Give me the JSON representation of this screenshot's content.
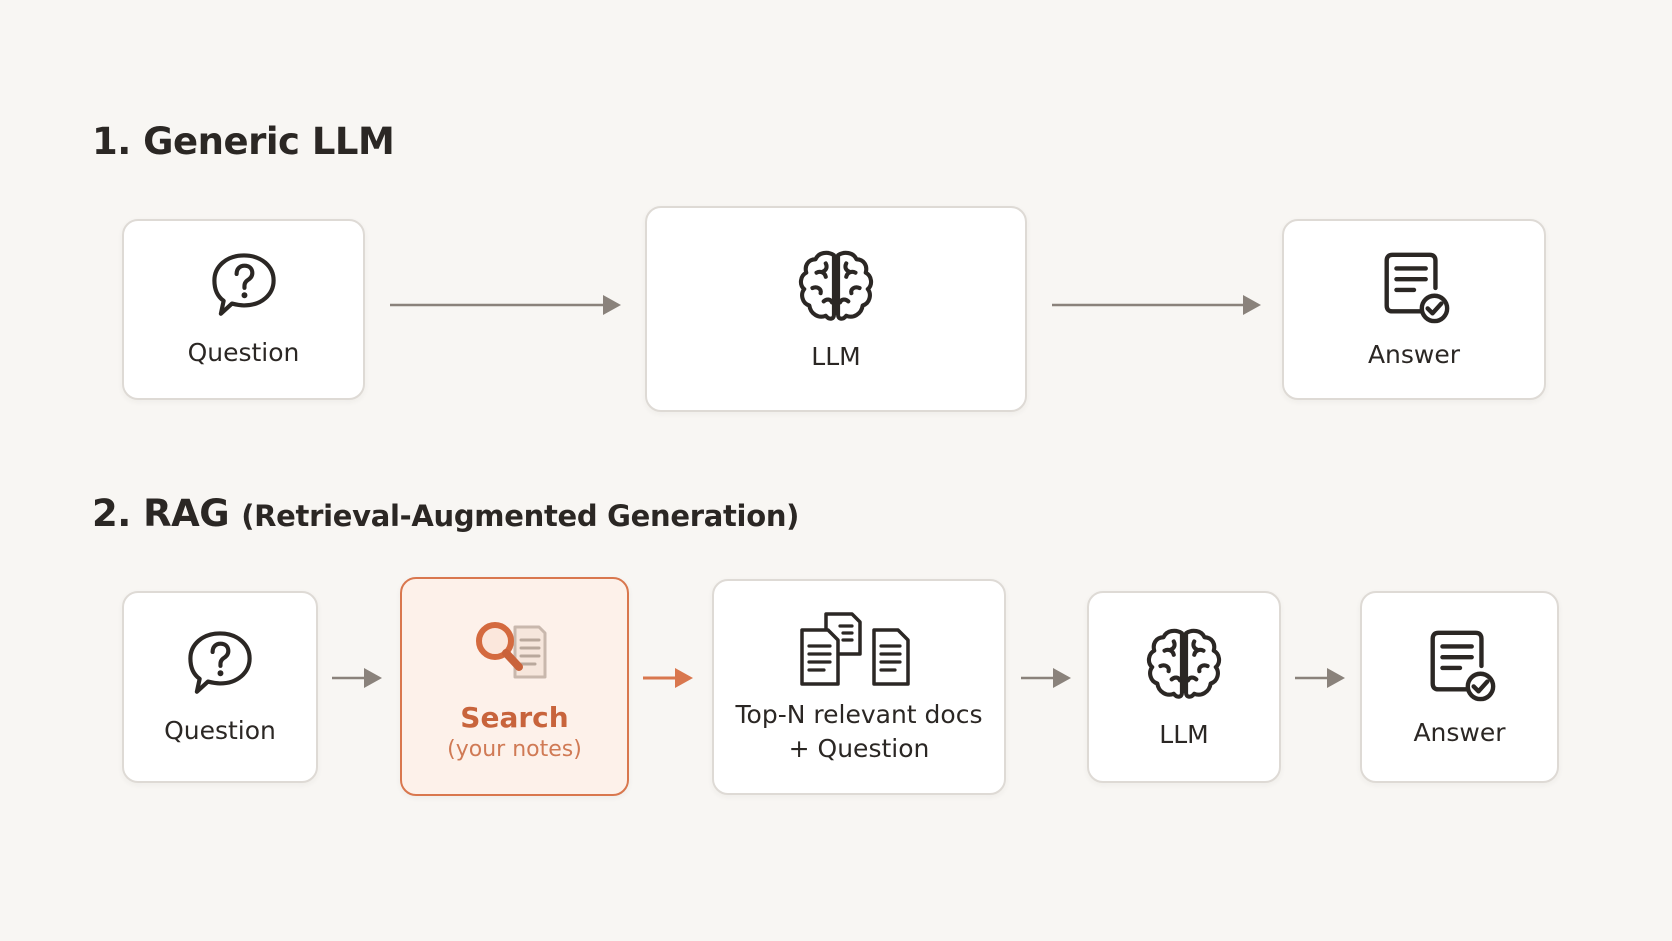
{
  "sections": {
    "generic": {
      "title": "1. Generic LLM",
      "nodes": {
        "question": {
          "label": "Question",
          "icon": "question-bubble-icon"
        },
        "llm": {
          "label": "LLM",
          "icon": "brain-icon"
        },
        "answer": {
          "label": "Answer",
          "icon": "document-check-icon"
        }
      }
    },
    "rag": {
      "title": "2. RAG",
      "subtitle": "(Retrieval-Augmented Generation)",
      "nodes": {
        "question": {
          "label": "Question",
          "icon": "question-bubble-icon"
        },
        "search": {
          "label": "Search",
          "sublabel": "(your notes)",
          "icon": "search-documents-icon"
        },
        "docs": {
          "line1": "Top-N relevant docs",
          "line2": "+ Question",
          "icon": "documents-stack-icon"
        },
        "llm": {
          "label": "LLM",
          "icon": "brain-icon"
        },
        "answer": {
          "label": "Answer",
          "icon": "document-check-icon"
        }
      }
    }
  },
  "colors": {
    "background": "#f8f6f3",
    "text": "#2b2724",
    "accent": "#d9774e",
    "arrow": "#8a827b",
    "box_border": "#dedad5"
  }
}
